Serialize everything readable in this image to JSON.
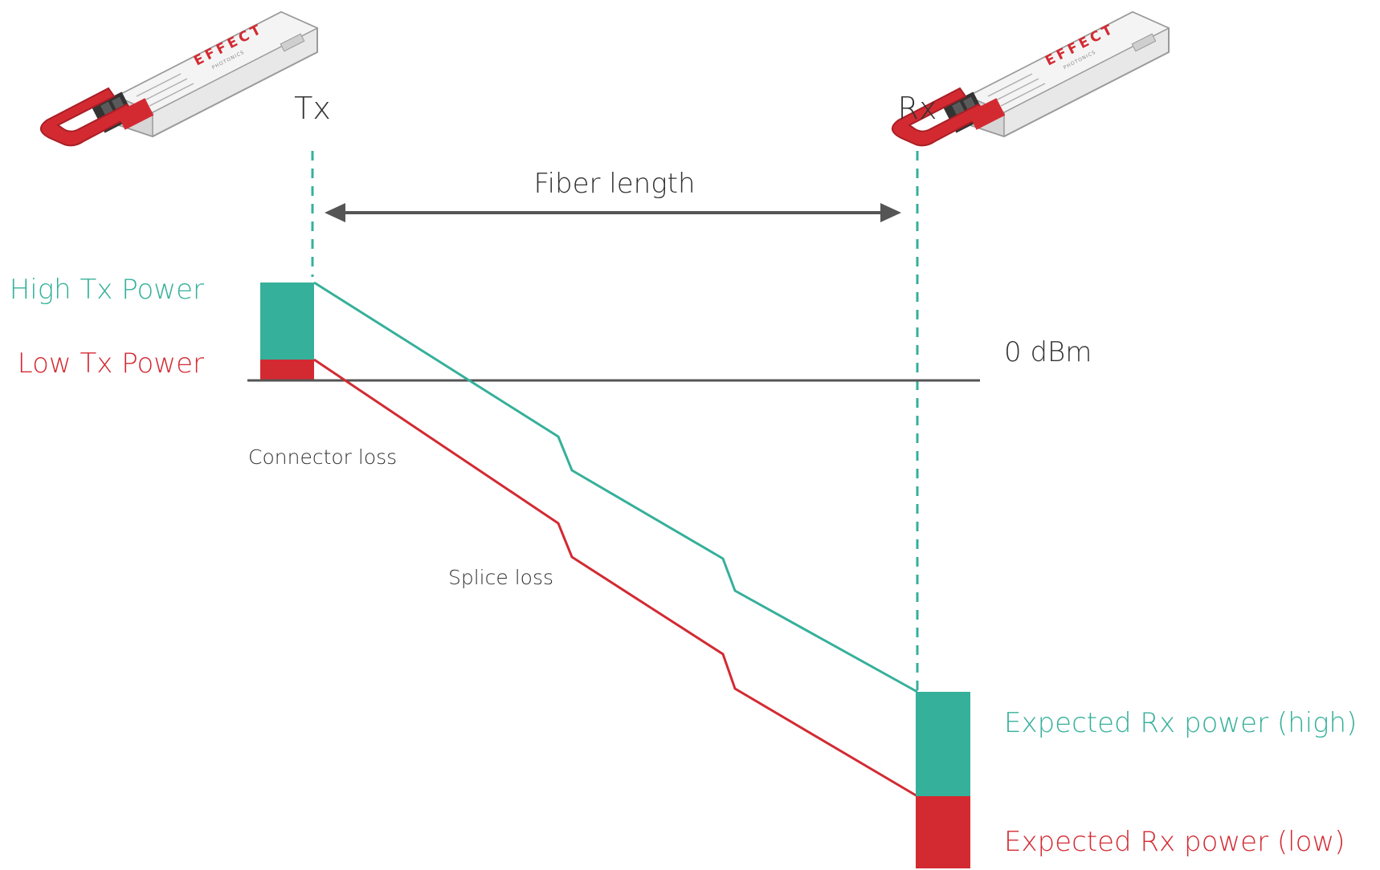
{
  "endpoints": {
    "tx_label": "Tx",
    "rx_label": "Rx"
  },
  "transceiver": {
    "brand": "EFFECT",
    "sub_brand": "PHOTONICS"
  },
  "fiber_length_label": "Fiber length",
  "reference_label": "0 dBm",
  "tx_power": {
    "high_label": "High Tx Power",
    "low_label": "Low Tx Power"
  },
  "rx_power": {
    "high_label": "Expected Rx power (high)",
    "low_label": "Expected Rx power (low)"
  },
  "losses": {
    "connector_label": "Connector loss",
    "splice_label": "Splice loss"
  },
  "colors": {
    "high": "#35b09a",
    "low": "#d32a32",
    "axis": "#555555",
    "text": "#333333",
    "guide": "#cccccc"
  }
}
